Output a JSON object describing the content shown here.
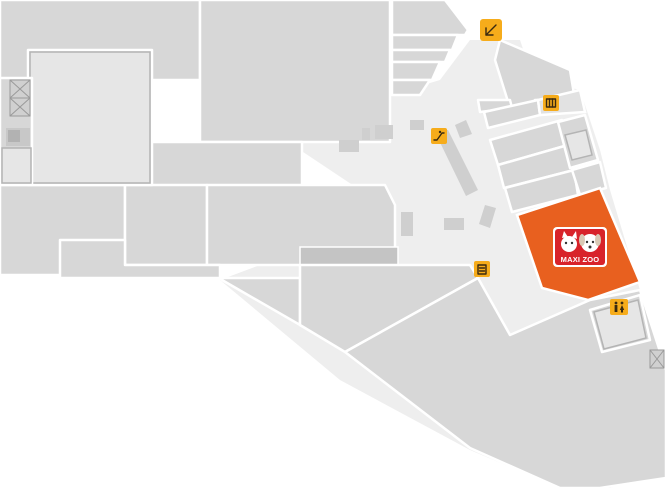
{
  "map": {
    "highlighted_store": {
      "name": "MAXI ZOO",
      "fill_color": "#e8601f"
    },
    "markers": [
      {
        "id": "exit",
        "icon": "arrow-down-left-icon"
      },
      {
        "id": "atm",
        "icon": "atm-icon"
      },
      {
        "id": "escalator",
        "icon": "escalator-icon"
      },
      {
        "id": "info",
        "icon": "info-icon"
      },
      {
        "id": "toilets",
        "icon": "restroom-icon"
      }
    ],
    "colors": {
      "unit": "#d7d7d7",
      "corridor": "#eeeeee",
      "marker": "#f6ac1b"
    }
  }
}
